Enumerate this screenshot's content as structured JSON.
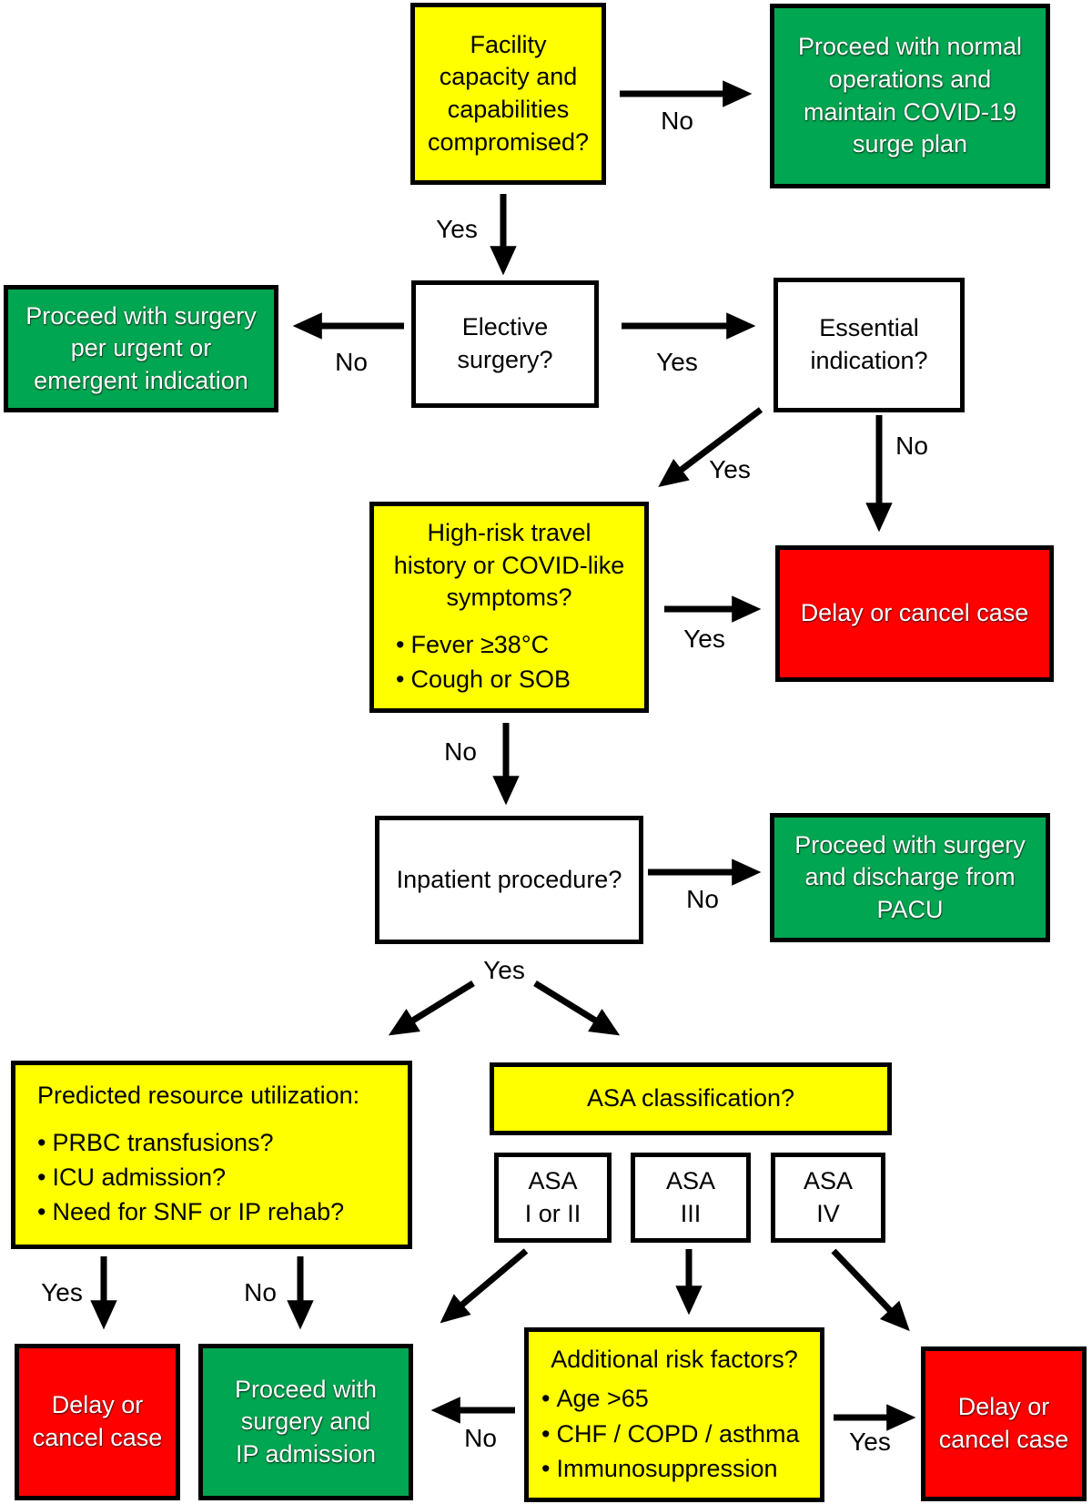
{
  "colors": {
    "decision_yellow": "#FFFF00",
    "proceed_green": "#00A651",
    "stop_red": "#FE0000",
    "neutral_white": "#FFFFFF",
    "line_black": "#000000"
  },
  "nodes": {
    "facility": {
      "text": "Facility\ncapacity and\ncapabilities\ncompromised?"
    },
    "normal_ops": {
      "text": "Proceed with normal\noperations and\nmaintain COVID-19\nsurge plan"
    },
    "elective": {
      "text": "Elective\nsurgery?"
    },
    "urgent": {
      "text": "Proceed with surgery\nper urgent or\nemergent indication"
    },
    "essential": {
      "text": "Essential\nindication?"
    },
    "high_risk": {
      "text": "High-risk travel\nhistory or COVID-like\nsymptoms?",
      "bullets": [
        "Fever ≥38°C",
        "Cough or SOB"
      ]
    },
    "delay_mid": {
      "text": "Delay or cancel case"
    },
    "inpatient": {
      "text": "Inpatient procedure?"
    },
    "pacu": {
      "text": "Proceed with surgery\nand discharge from\nPACU"
    },
    "resource": {
      "text": "Predicted resource utilization:",
      "bullets": [
        "PRBC transfusions?",
        "ICU admission?",
        "Need for SNF or IP rehab?"
      ]
    },
    "asa_class": {
      "text": "ASA classification?"
    },
    "asa_1_2": {
      "text": "ASA\nI or II"
    },
    "asa_3": {
      "text": "ASA\nIII"
    },
    "asa_4": {
      "text": "ASA\nIV"
    },
    "delay_left": {
      "text": "Delay or\ncancel case"
    },
    "ip_admission": {
      "text": "Proceed with\nsurgery and\nIP admission"
    },
    "risk_factors": {
      "text": "Additional risk factors?",
      "bullets": [
        "Age >65",
        "CHF / COPD / asthma",
        "Immunosuppression"
      ]
    },
    "delay_right": {
      "text": "Delay or\ncancel case"
    }
  },
  "edge_labels": {
    "facility_no": "No",
    "facility_yes": "Yes",
    "elective_no": "No",
    "elective_yes": "Yes",
    "essential_yes": "Yes",
    "essential_no": "No",
    "highrisk_yes": "Yes",
    "highrisk_no": "No",
    "inpatient_no": "No",
    "inpatient_yes": "Yes",
    "resource_yes": "Yes",
    "resource_no": "No",
    "risk_no": "No",
    "risk_yes": "Yes"
  }
}
